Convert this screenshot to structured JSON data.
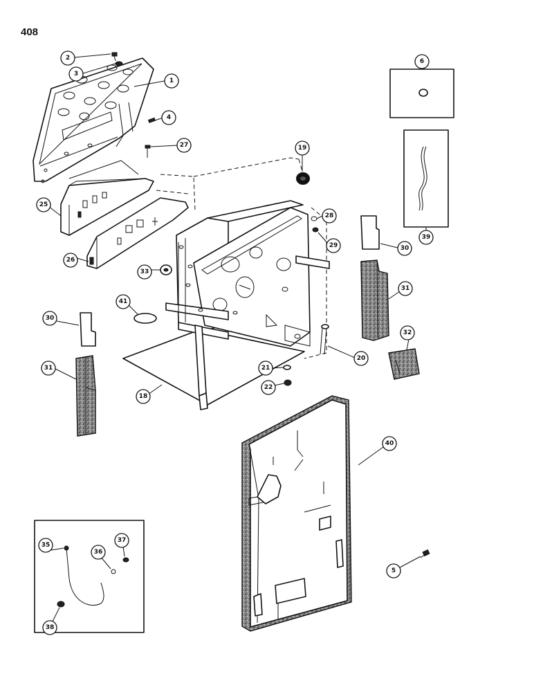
{
  "page_number": "408",
  "callouts": [
    {
      "id": "c1",
      "label": "1"
    },
    {
      "id": "c2",
      "label": "2"
    },
    {
      "id": "c3",
      "label": "3"
    },
    {
      "id": "c4",
      "label": "4"
    },
    {
      "id": "c5",
      "label": "5"
    },
    {
      "id": "c6",
      "label": "6"
    },
    {
      "id": "c18",
      "label": "18"
    },
    {
      "id": "c19",
      "label": "19"
    },
    {
      "id": "c20",
      "label": "20"
    },
    {
      "id": "c21",
      "label": "21"
    },
    {
      "id": "c22",
      "label": "22"
    },
    {
      "id": "c25",
      "label": "25"
    },
    {
      "id": "c26",
      "label": "26"
    },
    {
      "id": "c27",
      "label": "27"
    },
    {
      "id": "c28",
      "label": "28"
    },
    {
      "id": "c29",
      "label": "29"
    },
    {
      "id": "c30a",
      "label": "30"
    },
    {
      "id": "c30b",
      "label": "30"
    },
    {
      "id": "c31a",
      "label": "31"
    },
    {
      "id": "c31b",
      "label": "31"
    },
    {
      "id": "c32",
      "label": "32"
    },
    {
      "id": "c33",
      "label": "33"
    },
    {
      "id": "c35",
      "label": "35"
    },
    {
      "id": "c36",
      "label": "36"
    },
    {
      "id": "c37",
      "label": "37"
    },
    {
      "id": "c38",
      "label": "38"
    },
    {
      "id": "c39",
      "label": "39"
    },
    {
      "id": "c40",
      "label": "40"
    },
    {
      "id": "c41",
      "label": "41"
    }
  ]
}
